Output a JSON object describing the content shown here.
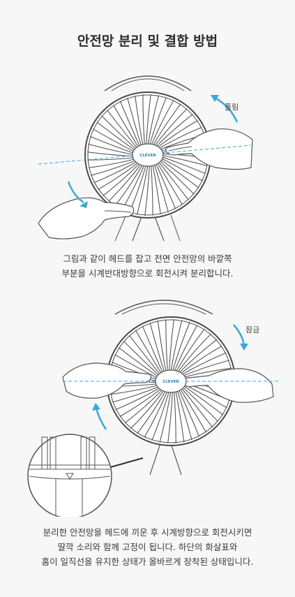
{
  "title": "안전망 분리 및 결합 방법",
  "step1": {
    "arrow_label": "풀림",
    "brand": "CLEVER",
    "caption_line1": "그림과 같이 헤드를 잡고 전면 안전망의 바깥쪽",
    "caption_line2": "부분을 시계반대방향으로 회전시켜 분리합니다."
  },
  "step2": {
    "arrow_label": "잠금",
    "brand": "CLEVER",
    "caption_line1": "분리한 안전망을 헤드에 끼운 후 시계방향으로 회전시키면",
    "caption_line2": "딸깍 소리와 함께 고정이 됩니다. 하단의 화살표와",
    "caption_line3": "홈이 일직선을 유지한 상태가 올바르게 장착된 상태입니다."
  },
  "colors": {
    "accent": "#3aa8d8",
    "line": "#4a4a4a",
    "background": "#f7f7f7"
  }
}
